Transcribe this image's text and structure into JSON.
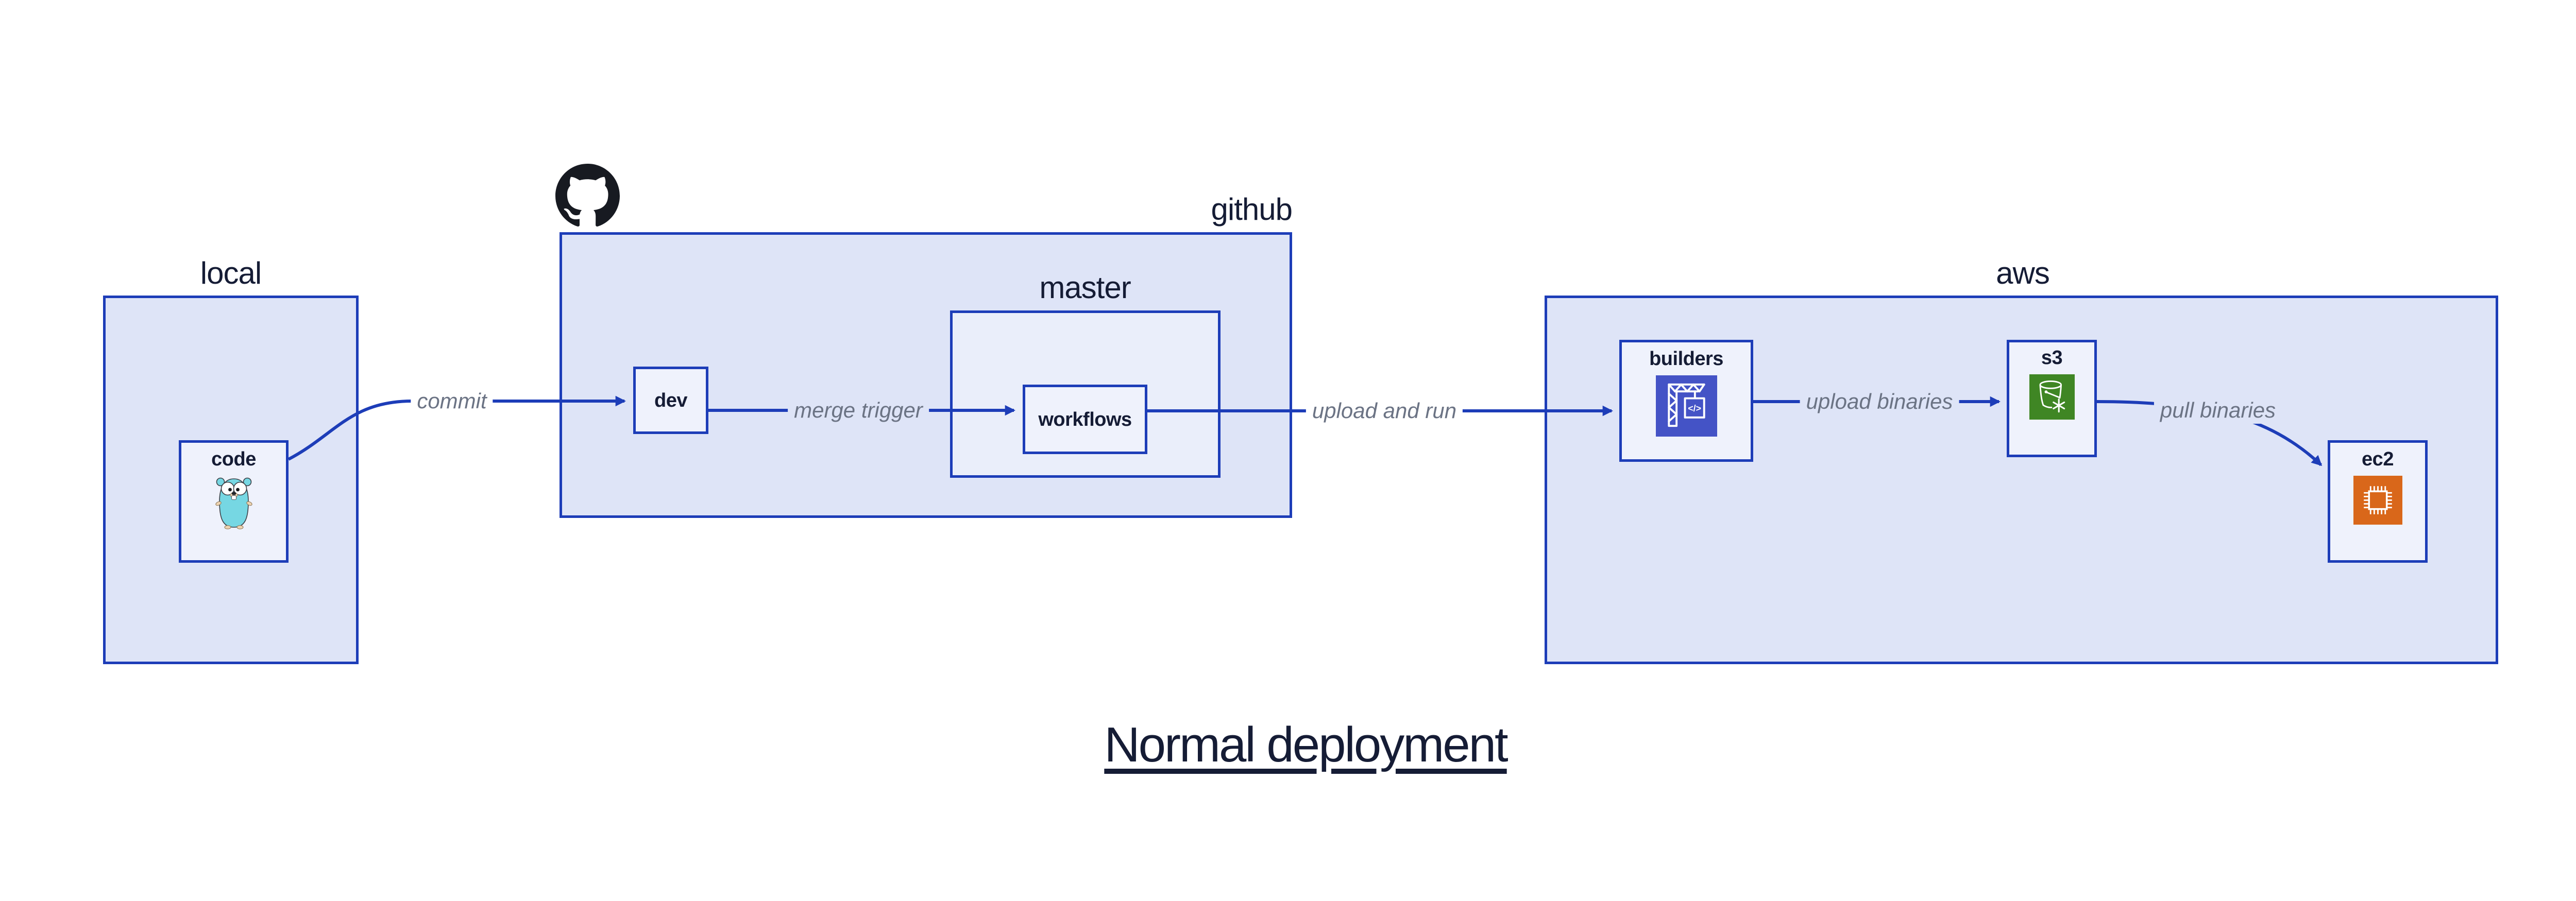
{
  "main_title": "Normal deployment",
  "sections": {
    "local": {
      "title": "local"
    },
    "github": {
      "title": "github"
    },
    "master": {
      "title": "master"
    },
    "aws": {
      "title": "aws"
    }
  },
  "nodes": {
    "code": {
      "label": "code",
      "icon": "go-gopher"
    },
    "dev": {
      "label": "dev"
    },
    "workflows": {
      "label": "workflows"
    },
    "builders": {
      "label": "builders",
      "icon": "aws-codebuild-crane",
      "icon_glyph": "</>"
    },
    "s3": {
      "label": "s3",
      "icon": "aws-s3-glacier-bucket"
    },
    "ec2": {
      "label": "ec2",
      "icon": "aws-ec2-chip"
    }
  },
  "edges": {
    "commit": {
      "label": "commit",
      "from": "code",
      "to": "dev"
    },
    "merge_trigger": {
      "label": "merge trigger",
      "from": "dev",
      "to": "workflows"
    },
    "upload_and_run": {
      "label": "upload and run",
      "from": "workflows",
      "to": "builders"
    },
    "upload_binaries": {
      "label": "upload binaries",
      "from": "builders",
      "to": "s3"
    },
    "pull_binaries": {
      "label": "pull binaries",
      "from": "s3",
      "to": "ec2"
    }
  },
  "logos": {
    "github": "github-octocat"
  },
  "colors": {
    "arrow_blue": "#1d3db8",
    "panel_fill": "#dee4f7",
    "master_fill": "#eaeefa",
    "node_fill": "#eff2fc",
    "edge_label_gray": "#6b7384",
    "title_navy": "#151c35",
    "codebuild_bg": "#4453c6",
    "s3_bg": "#3f8624",
    "ec2_bg": "#d9671a",
    "gopher_teal": "#76d7e3",
    "gopher_tan": "#edd3b1",
    "octocat_black": "#171a21"
  }
}
